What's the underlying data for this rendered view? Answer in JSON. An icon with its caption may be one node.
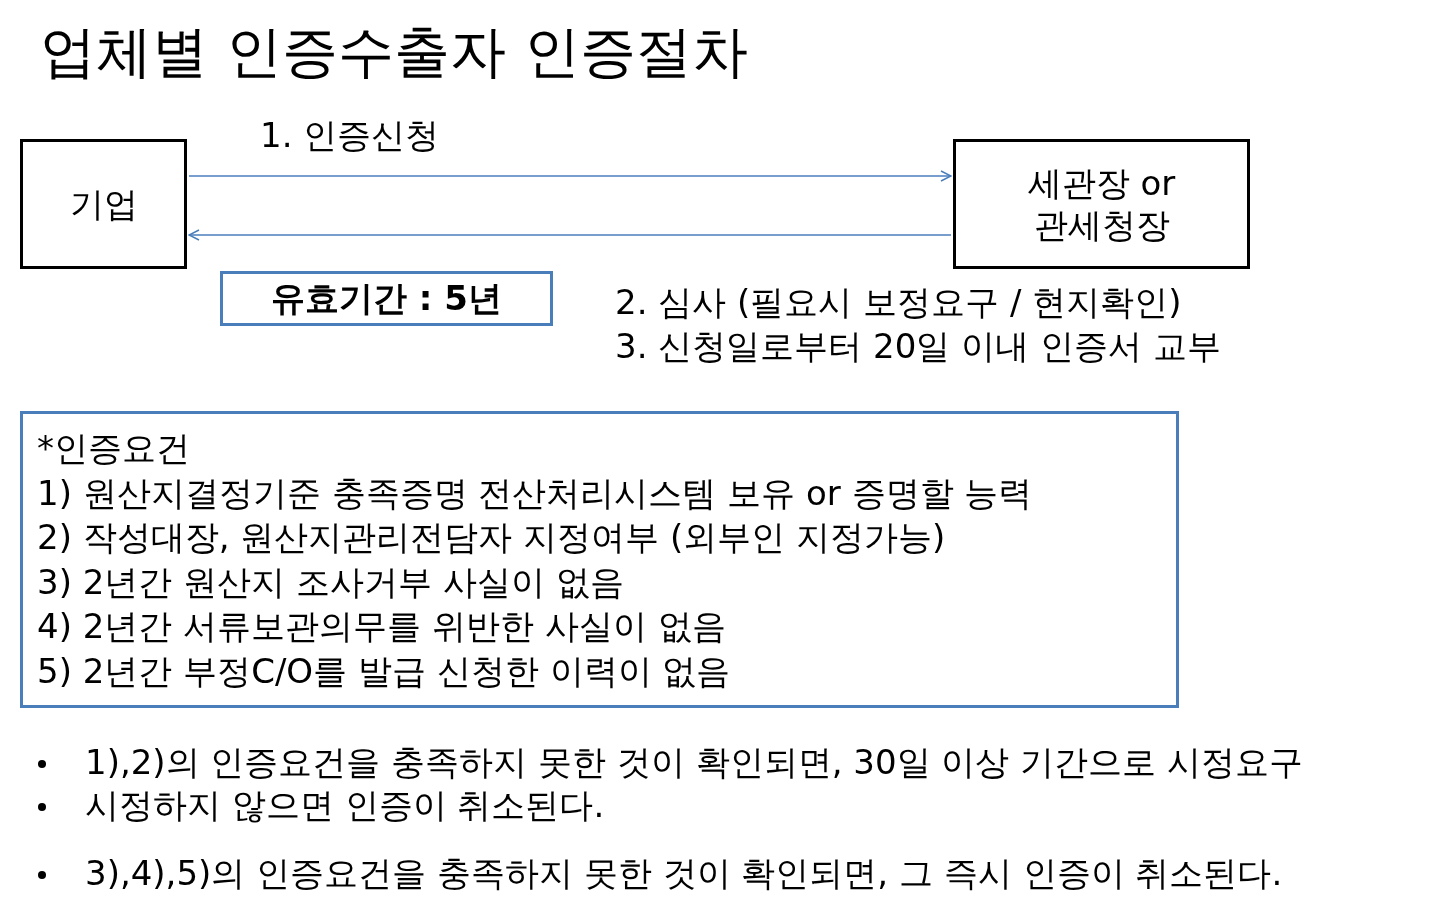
{
  "diagram": {
    "title": "업체별 인증수출자 인증절차",
    "nodes": [
      {
        "text": [
          "기업"
        ]
      },
      {
        "text": [
          "세관장 or 관세청장"
        ]
      },
      {
        "text": [
          "유효기간 : 5년"
        ]
      },
      {
        "text": [
          "*인증요건",
          "1) 원산지결정기준 충족증명 전산처리시스템 보유 or 증명할 능력",
          "2) 작성대장, 원산지관리전담자 지정여부 (외부인 지정가능)",
          "3) 2년간 원산지 조사거부 사실이 없음",
          "4) 2년간 서류보관의무를 위반한 사실이 없음",
          "5) 2년간 부정C/O를 발급 신청한 이력이 없음"
        ]
      }
    ],
    "edges": [
      {
        "from": 0,
        "to": 1,
        "arrow": "to",
        "label": "1. 인증신청"
      },
      {
        "from": 1,
        "to": 0,
        "arrow": "to"
      }
    ],
    "labels": [
      "2. 심사 (필요시 보정요구 / 현지확인)",
      "3. 신청일로부터 20일 이내 인증서 교부",
      "1),2)의 인증요건을 충족하지 못한 것이 확인되면, 30일 이상 기간으로 시정요구",
      "시정하지 않으면 인증이 취소된다.",
      "3),4),5)의 인증요건을 충족하지 못한 것이 확인되면, 그 즉시 인증이 취소된다."
    ]
  }
}
